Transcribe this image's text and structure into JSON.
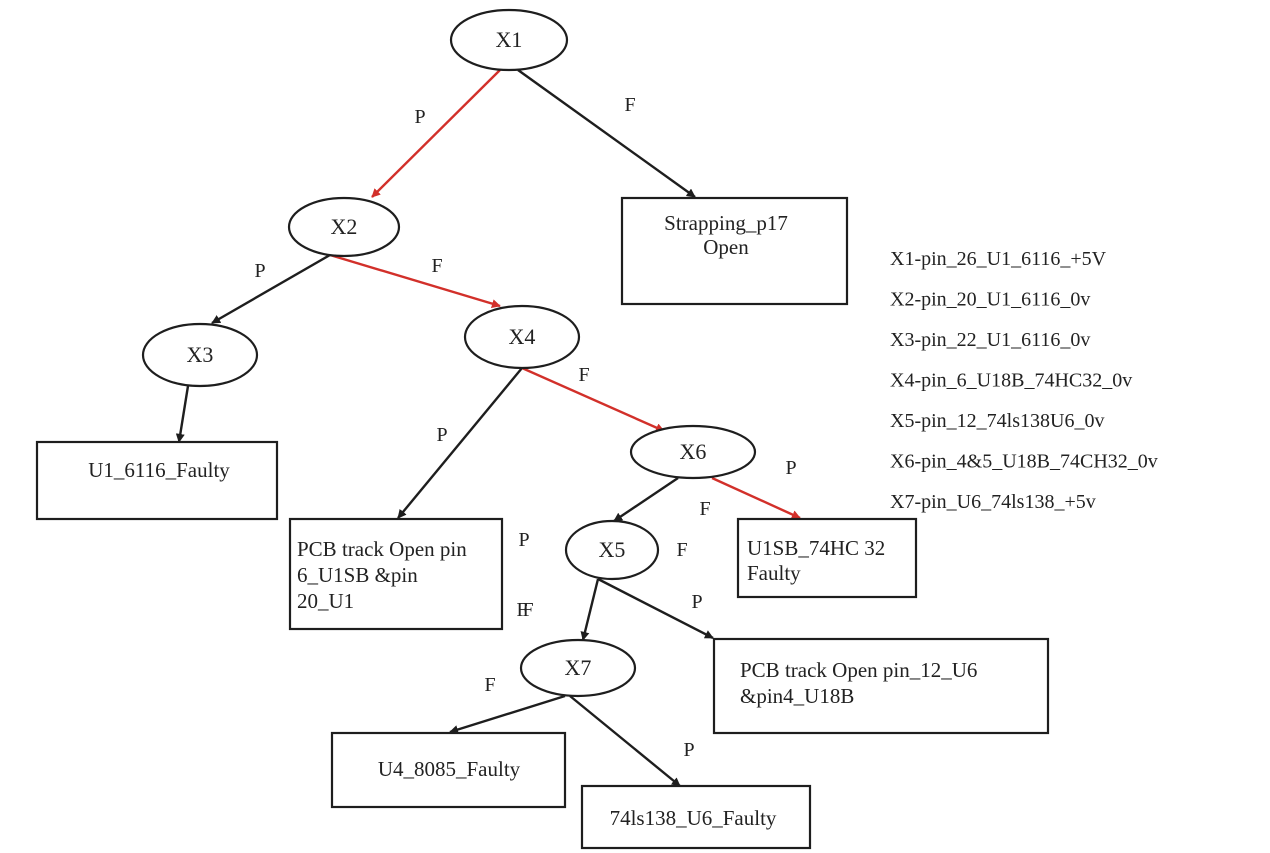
{
  "colors": {
    "highlight": "#d2302a",
    "normal": "#1e1e1e",
    "background": "#ffffff"
  },
  "nodes": [
    {
      "id": "X1",
      "label": "X1"
    },
    {
      "id": "X2",
      "label": "X2"
    },
    {
      "id": "X3",
      "label": "X3"
    },
    {
      "id": "X4",
      "label": "X4"
    },
    {
      "id": "X5",
      "label": "X5"
    },
    {
      "id": "X6",
      "label": "X6"
    },
    {
      "id": "X7",
      "label": "X7"
    }
  ],
  "outcomes": [
    {
      "id": "strapping",
      "lines": [
        "Strapping_p17",
        "Open"
      ]
    },
    {
      "id": "u1-faulty",
      "lines": [
        "U1_6116_Faulty"
      ]
    },
    {
      "id": "pcb-track-1",
      "lines": [
        "PCB track Open pin",
        "6_U1SB &pin",
        "20_U1"
      ]
    },
    {
      "id": "u1sb-faulty",
      "lines": [
        "U1SB_74HC 32",
        "Faulty"
      ]
    },
    {
      "id": "pcb-track-2",
      "lines": [
        "PCB track Open pin_12_U6",
        "&pin4_U18B"
      ]
    },
    {
      "id": "u4-faulty",
      "lines": [
        "U4_8085_Faulty"
      ]
    },
    {
      "id": "ls138-faulty",
      "lines": [
        "74ls138_U6_Faulty"
      ]
    }
  ],
  "edges": [
    {
      "from": "X1",
      "to": "X2",
      "label": "P",
      "highlight": true
    },
    {
      "from": "X1",
      "to": "strapping",
      "label": "F",
      "highlight": false
    },
    {
      "from": "X2",
      "to": "X3",
      "label": "P",
      "highlight": false
    },
    {
      "from": "X2",
      "to": "X4",
      "label": "F",
      "highlight": true
    },
    {
      "from": "X3",
      "to": "u1-faulty",
      "label": "",
      "highlight": false
    },
    {
      "from": "X4",
      "to": "pcb-track-1",
      "label": "P",
      "highlight": false
    },
    {
      "from": "X4",
      "to": "X6",
      "label": "F",
      "highlight": true
    },
    {
      "from": "X6",
      "to": "u1sb-faulty",
      "label": "P",
      "highlight": true
    },
    {
      "from": "X6",
      "to": "X5",
      "label": "F",
      "highlight": false
    },
    {
      "from": "X5",
      "to": "X7",
      "label": "F",
      "highlight": false
    },
    {
      "from": "X5",
      "to": "pcb-track-2",
      "label": "P",
      "highlight": false
    },
    {
      "from": "X7",
      "to": "u4-faulty",
      "label": "F",
      "highlight": false
    },
    {
      "from": "X7",
      "to": "ls138-faulty",
      "label": "P",
      "highlight": false
    }
  ],
  "extra_labels": [
    "P",
    "F",
    "F"
  ],
  "legend": [
    "X1-pin_26_U1_6116_+5V",
    "X2-pin_20_U1_6116_0v",
    "X3-pin_22_U1_6116_0v",
    "X4-pin_6_U18B_74HC32_0v",
    "X5-pin_12_74ls138U6_0v",
    "X6-pin_4&5_U18B_74CH32_0v",
    "X7-pin_U6_74ls138_+5v"
  ]
}
